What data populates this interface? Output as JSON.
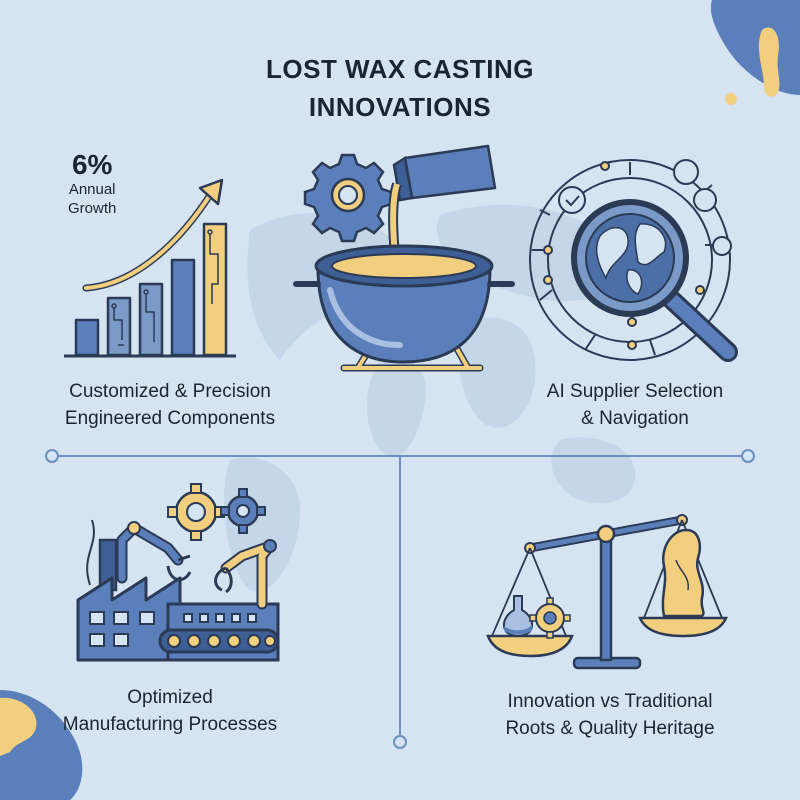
{
  "title": {
    "line1": "LOST WAX CASTING",
    "line2": "INNOVATIONS"
  },
  "growth": {
    "value": "6%",
    "label_line1": "Annual",
    "label_line2": "Growth"
  },
  "sections": [
    {
      "line1": "Customized & Precision",
      "line2": "Engineered Components",
      "icon": "growth-chart-icon"
    },
    {
      "line1": "AI Supplier Selection",
      "line2": "& Navigation",
      "icon": "globe-magnifier-icon"
    },
    {
      "line1": "Optimized",
      "line2": "Manufacturing Processes",
      "icon": "factory-robot-icon"
    },
    {
      "line1": "Innovation vs Traditional",
      "line2": "Roots & Quality Heritage",
      "icon": "balance-scale-icon"
    }
  ],
  "center_icon": "crucible-pouring-icon",
  "colors": {
    "background": "#d6e4f2",
    "primary_blue": "#5b7fba",
    "dark_navy": "#2b3a55",
    "gold": "#f1cf7e",
    "map": "#c4d5e8"
  }
}
